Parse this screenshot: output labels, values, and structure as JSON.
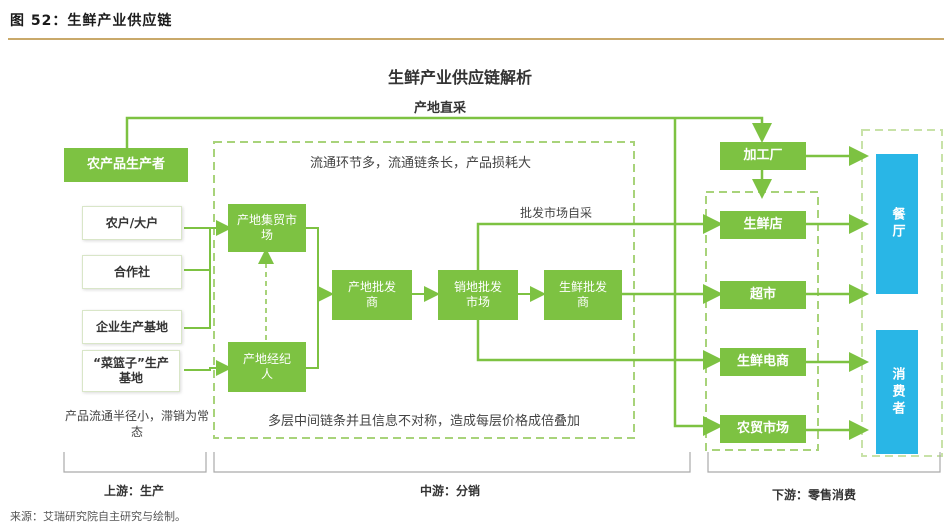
{
  "figure": {
    "number_title": "图 52：生鲜产业供应链",
    "source": "来源：艾瑞研究院自主研究与绘制。"
  },
  "diagram": {
    "title": "生鲜产业供应链解析",
    "direct_purchase": "产地直采",
    "middle_note_top": "流通环节多，流通链条长，产品损耗大",
    "middle_note_bottom": "多层中间链条并且信息不对称，造成每层价格成倍叠加",
    "wholesale_self_purchase": "批发市场自采",
    "upstream": {
      "header": "农产品生产者",
      "items": [
        "农户/大户",
        "合作社",
        "企业生产基地",
        "“菜篮子”生产基地"
      ],
      "note": "产品流通半径小，滞销为常态",
      "footer": "上游：生产"
    },
    "midstream": {
      "collect_market": "产地集贸市场",
      "broker": "产地经纪人",
      "origin_wholesaler": "产地批发商",
      "sales_market": "销地批发市场",
      "fresh_wholesaler": "生鲜批发商",
      "footer": "中游：分销"
    },
    "downstream": {
      "processor": "加工厂",
      "channels": [
        "生鲜店",
        "超市",
        "生鲜电商",
        "农贸市场"
      ],
      "footer": "下游：零售消费"
    },
    "endpoints": {
      "restaurant": "餐厅",
      "consumer": "消费者"
    }
  },
  "colors": {
    "green": "#7dc242",
    "green_dashed": "#a8d37a",
    "blue": "#29b6e6",
    "rule": "#c9a96a"
  }
}
